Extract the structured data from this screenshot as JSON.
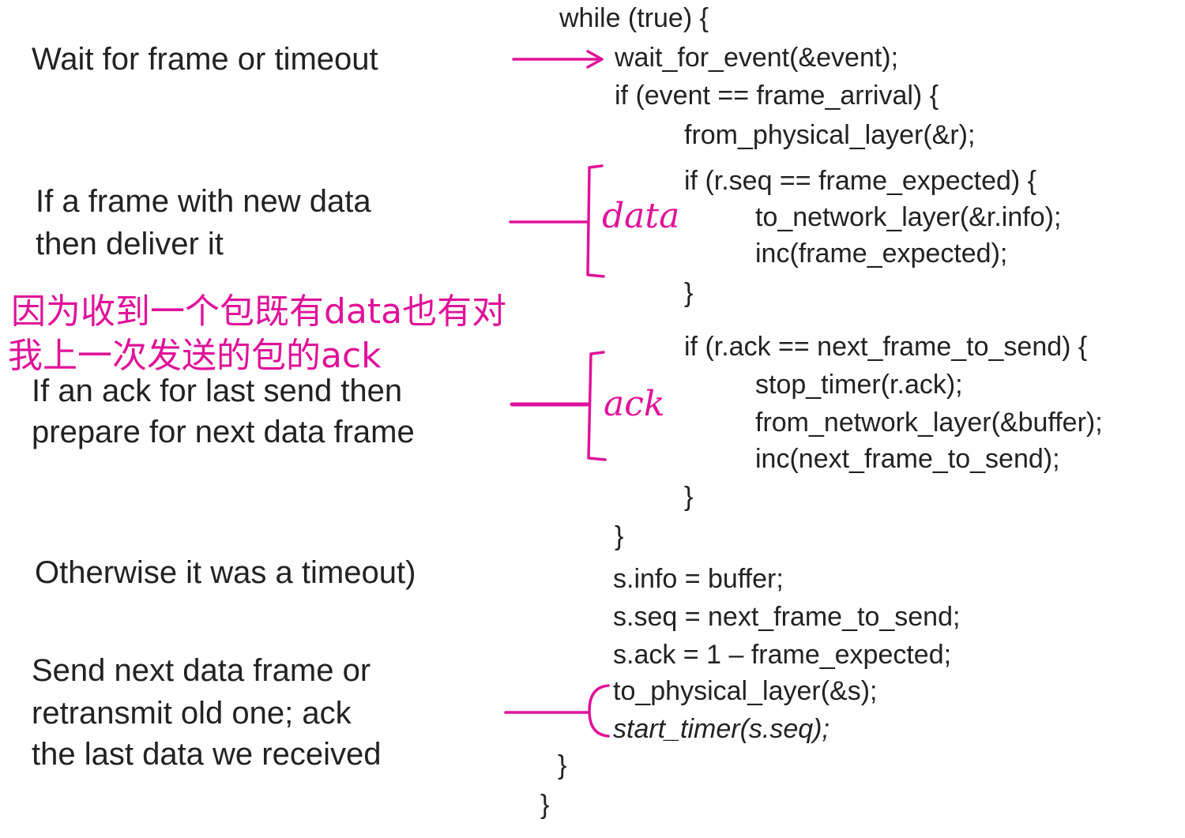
{
  "labels": {
    "wait": "Wait for frame or timeout",
    "new_data_1": "If a frame with new data",
    "new_data_2": "then deliver it",
    "ack_1": "If an ack for last send then",
    "ack_2": "prepare for next data frame",
    "timeout": "Otherwise it was a timeout)",
    "send_1": "Send next data frame or",
    "send_2": "retransmit old one;  ack",
    "send_3": "the last data we received"
  },
  "code": [
    "while (true) {",
    "wait_for_event(&event);",
    "if (event == frame_arrival) {",
    "from_physical_layer(&r);",
    "if (r.seq == frame_expected) {",
    "to_network_layer(&r.info);",
    "inc(frame_expected);",
    "}",
    "if (r.ack == next_frame_to_send) {",
    "stop_timer(r.ack);",
    "from_network_layer(&buffer);",
    "inc(next_frame_to_send);",
    "}",
    "}",
    "s.info = buffer;",
    "s.seq = next_frame_to_send;",
    "s.ack = 1 – frame_expected;",
    "to_physical_layer(&s);",
    "start_timer(s.seq);",
    "}",
    "}"
  ],
  "annotations": {
    "data": "data",
    "ack": "ack",
    "note_1": "因为收到一个包既有data也有对",
    "note_2": "我上一次发送的包的ack"
  },
  "colors": {
    "annotation": "#e0129a",
    "text": "#222222"
  }
}
